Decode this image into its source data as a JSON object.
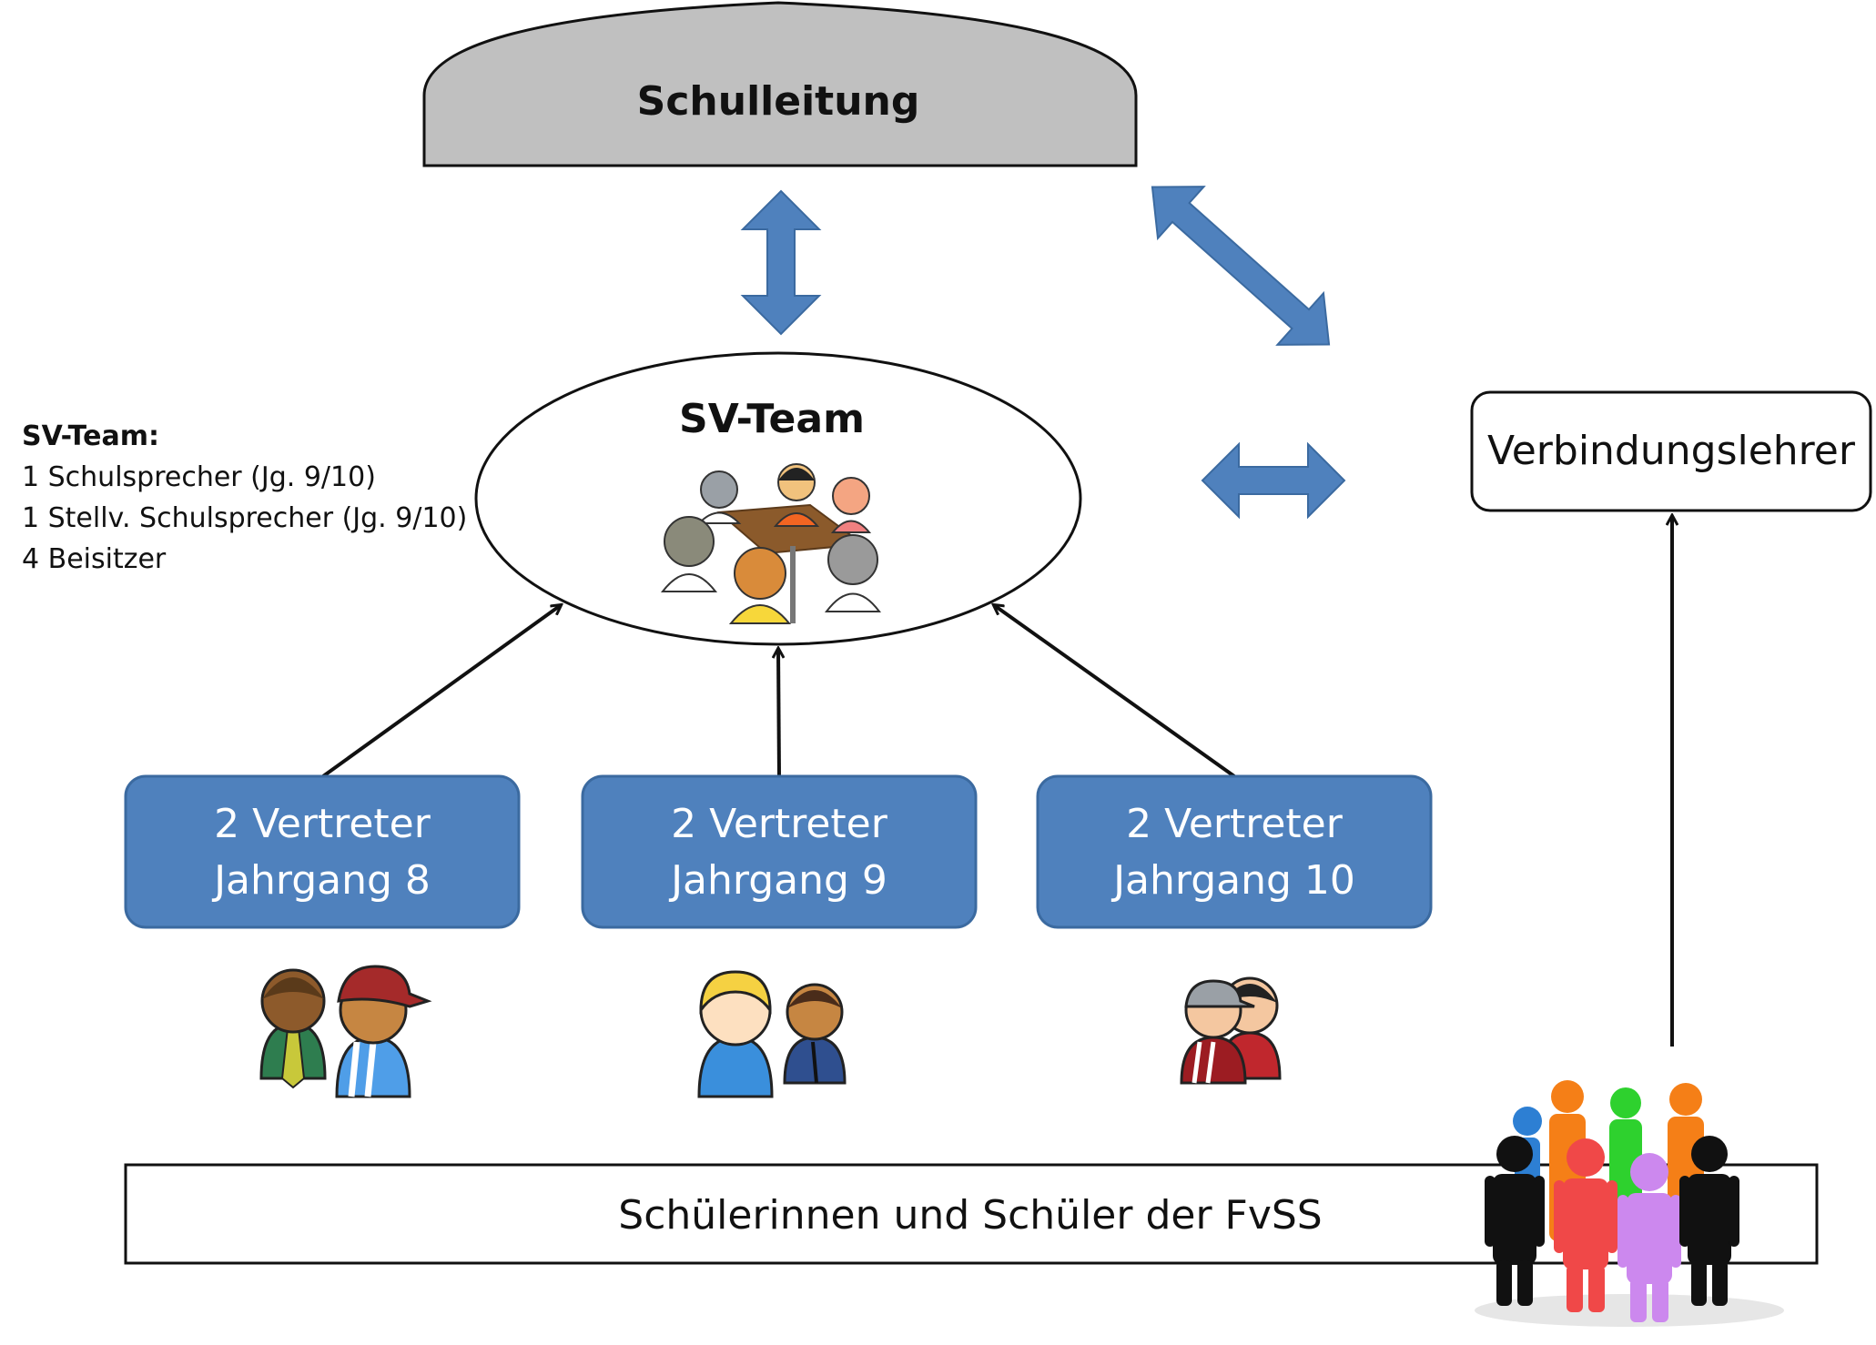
{
  "colors": {
    "accent_blue": "#4f81bd",
    "accent_blue_dark": "#3b6aa0",
    "leadership_fill": "#c0c0c0",
    "line": "#111111"
  },
  "schulleitung": {
    "label": "Schulleitung"
  },
  "sv_team": {
    "label": "SV-Team",
    "illustration": "meeting-table-icon"
  },
  "side_info": {
    "title": "SV-Team:",
    "lines": [
      "1 Schulsprecher (Jg. 9/10)",
      "1 Stellv. Schulsprecher (Jg. 9/10)",
      "4 Beisitzer"
    ]
  },
  "verbindungslehrer": {
    "label": "Verbindungslehrer"
  },
  "vertreter": [
    {
      "line1": "2 Vertreter",
      "line2": "Jahrgang 8",
      "icon": "two-students-icon"
    },
    {
      "line1": "2 Vertreter",
      "line2": "Jahrgang 9",
      "icon": "two-students-icon"
    },
    {
      "line1": "2 Vertreter",
      "line2": "Jahrgang 10",
      "icon": "two-students-icon"
    }
  ],
  "schueler": {
    "label": "Schülerinnen und Schüler der FvSS",
    "icon": "crowd-icon"
  }
}
